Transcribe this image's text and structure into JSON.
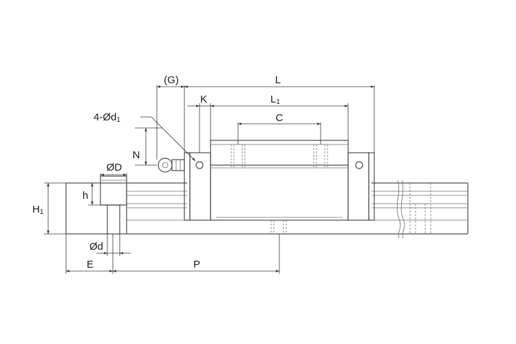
{
  "diagram": {
    "labels": {
      "G": "(G)",
      "L": "L",
      "K": "K",
      "L1_main": "L",
      "L1_sub": "1",
      "C": "C",
      "d1_main": "4-Ød",
      "d1_sub": "1",
      "N": "N",
      "D": "ØD",
      "H1_main": "H",
      "H1_sub": "1",
      "h": "h",
      "d": "Ød",
      "E": "E",
      "P": "P"
    },
    "colors": {
      "line": "#4a4a4a",
      "text": "#1a1a1a",
      "background": "#ffffff"
    }
  }
}
